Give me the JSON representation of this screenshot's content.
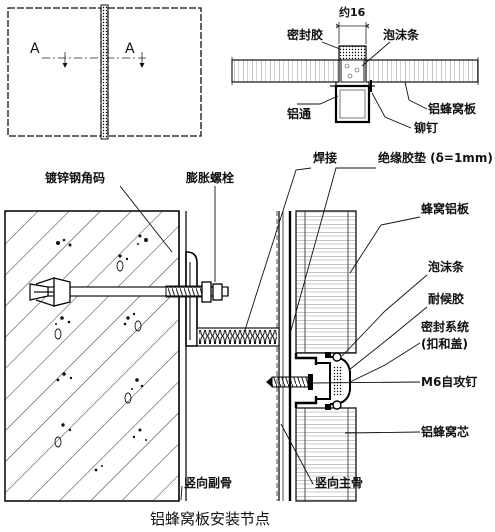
{
  "caption": "铝蜂窝板安装节点",
  "elevation": {
    "section_mark_left": "A",
    "section_mark_right": "A"
  },
  "detail": {
    "width_label": "约16",
    "sealant": "密封胶",
    "foam_strip": "泡沫条",
    "aluminum_tube": "铝通",
    "panel": "铝蜂窝板",
    "rivet": "铆钉"
  },
  "node": {
    "galvanized_angle": "镀锌钢角码",
    "expansion_bolt": "膨胀螺栓",
    "weld": "焊接",
    "insulating_pad": "绝缘胶垫 (δ=1mm)",
    "honeycomb_panel": "蜂窝铝板",
    "foam_strip": "泡沫条",
    "weather_sealant": "耐候胶",
    "seal_system": "密封系统",
    "seal_system_note": "(扣和盖)",
    "self_tapping_screw": "M6自攻钉",
    "honeycomb_core": "铝蜂窝芯",
    "secondary_vertical": "竖向副骨",
    "main_vertical": "竖向主骨"
  }
}
